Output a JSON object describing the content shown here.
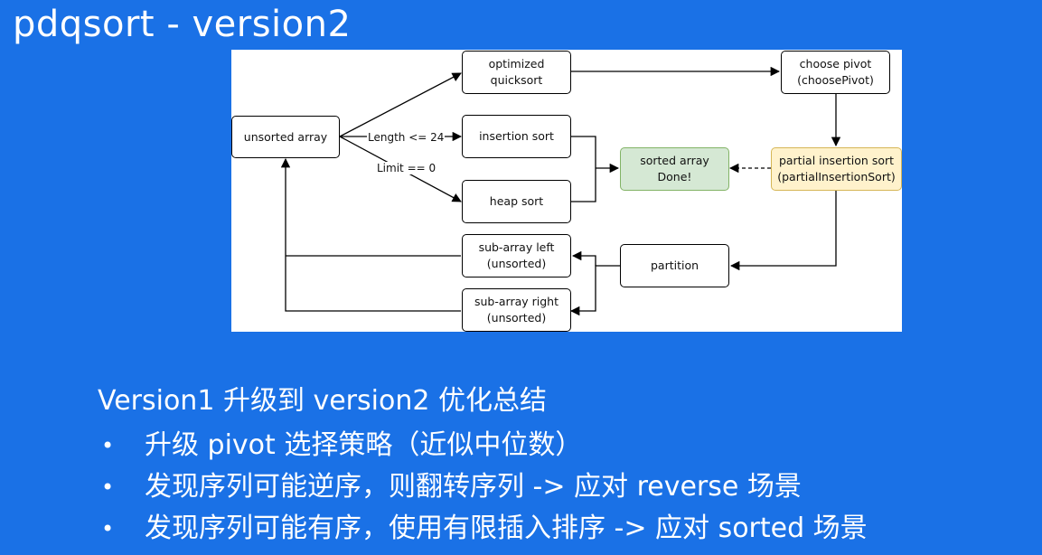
{
  "slide": {
    "title": "pdqsort - version2"
  },
  "diagram": {
    "nodes": {
      "unsorted_array": "unsorted array",
      "optimized_quicksort": "optimized\nquicksort",
      "insertion_sort": "insertion sort",
      "heap_sort": "heap sort",
      "sub_array_left": "sub-array left\n(unsorted)",
      "sub_array_right": "sub-array right\n(unsorted)",
      "choose_pivot": "choose pivot\n(choosePivot)",
      "partial_insertion_sort": "partial insertion sort\n(partialInsertionSort)",
      "sorted_array": "sorted array\nDone!",
      "partition": "partition"
    },
    "edge_labels": {
      "length": "Length <= 24",
      "limit": "Limit == 0"
    },
    "colors": {
      "sorted_fill": "#d5e8d4",
      "sorted_border": "#82b366",
      "partial_fill": "#fff2cc",
      "partial_border": "#d6b656"
    }
  },
  "summary": {
    "heading": "Version1 升级到 version2 优化总结",
    "bullets": [
      "升级 pivot 选择策略（近似中位数）",
      "发现序列可能逆序，则翻转序列 -> 应对 reverse 场景",
      "发现序列可能有序，使用有限插入排序 -> 应对 sorted 场景"
    ]
  }
}
